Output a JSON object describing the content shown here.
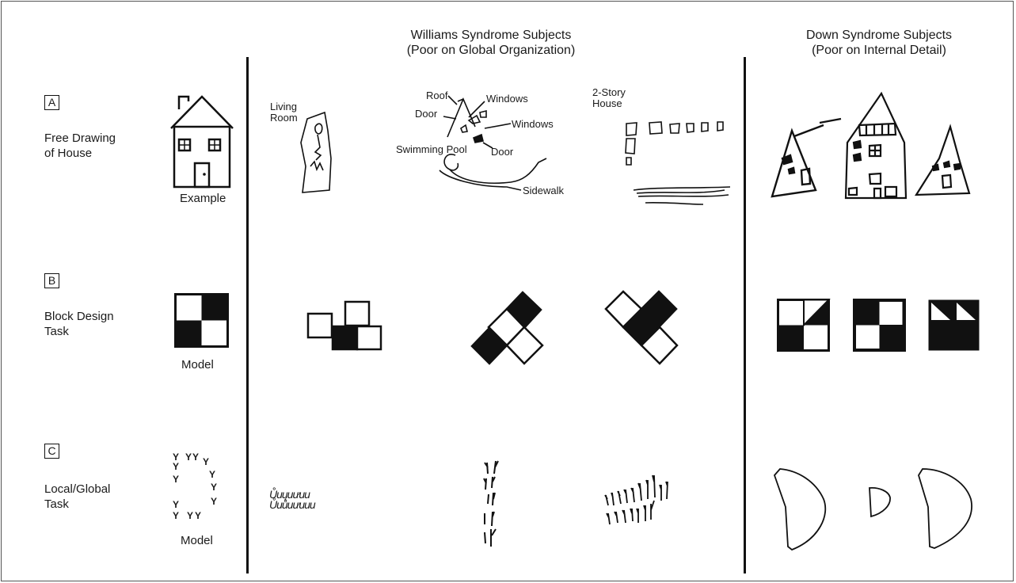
{
  "header": {
    "williams": {
      "line1": "Williams Syndrome Subjects",
      "line2": "(Poor on Global Organization)"
    },
    "down": {
      "line1": "Down Syndrome Subjects",
      "line2": "(Poor on Internal Detail)"
    }
  },
  "rows": [
    {
      "letter": "A",
      "label_line1": "Free Drawing",
      "label_line2": "of House",
      "caption": "Example"
    },
    {
      "letter": "B",
      "label_line1": "Block Design",
      "label_line2": "Task",
      "caption": "Model"
    },
    {
      "letter": "C",
      "label_line1": "Local/Global",
      "label_line2": "Task",
      "caption": "Model"
    }
  ],
  "annotations": {
    "living_line1": "Living",
    "living_line2": "Room",
    "roof": "Roof",
    "windows1": "Windows",
    "door1": "Door",
    "windows2": "Windows",
    "swimming_pool": "Swimming Pool",
    "door2": "Door",
    "sidewalk": "Sidewalk",
    "story_line1": "2-Story",
    "story_line2": "House"
  },
  "model_letters": {
    "y1": "Y",
    "y2": "Y",
    "y3": "Y",
    "y4": "Y",
    "y5": "Y",
    "y6": "Y",
    "y7": "Y",
    "y8": "Y",
    "y9": "Y",
    "y10": "Y",
    "y11": "Y",
    "y12": "Y",
    "y13": "Y"
  },
  "williams_scribble": {
    "line1": "Ůuųuưuu",
    "line2": "Ůuůuưuuu"
  }
}
